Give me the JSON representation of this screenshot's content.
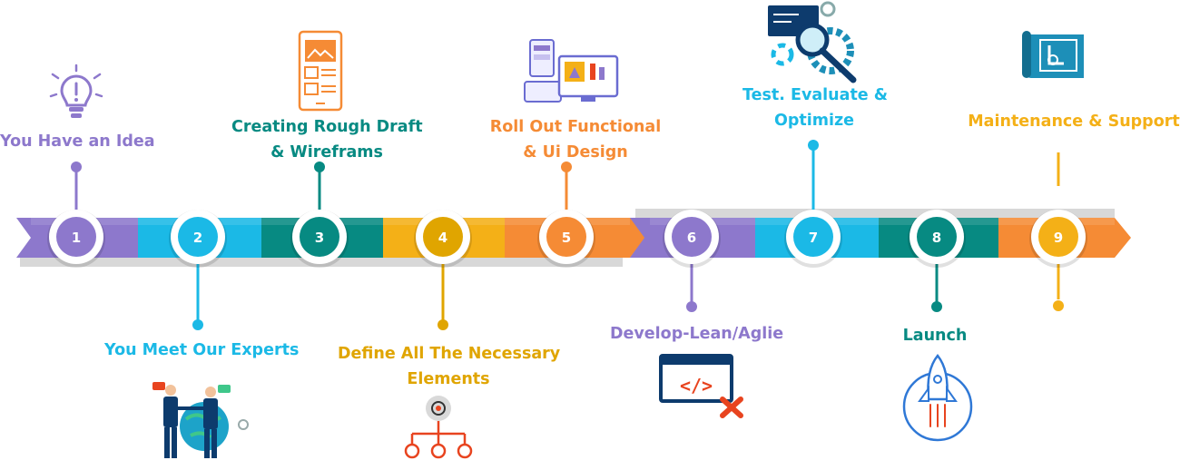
{
  "colors": {
    "purple": "#8d78cc",
    "cyan": "#1bb9e6",
    "teal": "#078a82",
    "gold": "#f4b017",
    "orange": "#f58b35",
    "red": "#e8441f",
    "navy": "#0d3b6d",
    "shadow": "#d8d8d8"
  },
  "steps": [
    {
      "number": "1",
      "label_lines": [
        "You Have an Idea"
      ],
      "color": "#8d78cc",
      "icon": "lightbulb-icon"
    },
    {
      "number": "2",
      "label_lines": [
        "You Meet Our Experts"
      ],
      "color": "#1bb9e6",
      "icon": "business-meeting-icon"
    },
    {
      "number": "3",
      "label_lines": [
        "Creating Rough Draft",
        "& Wireframs"
      ],
      "color": "#078a82",
      "icon": "mobile-wireframe-icon"
    },
    {
      "number": "4",
      "label_lines": [
        "Define All The Necessary",
        "Elements"
      ],
      "color": "#e0a500",
      "icon": "hierarchy-icon"
    },
    {
      "number": "5",
      "label_lines": [
        "Roll Out Functional",
        "& Ui Design"
      ],
      "color": "#f58b35",
      "icon": "ui-design-icon"
    },
    {
      "number": "6",
      "label_lines": [
        "Develop-Lean/Aglie"
      ],
      "color": "#8d78cc",
      "icon": "code-window-icon"
    },
    {
      "number": "7",
      "label_lines": [
        "Test. Evaluate &",
        "Optimize"
      ],
      "color": "#1bb9e6",
      "icon": "magnifier-gear-icon"
    },
    {
      "number": "8",
      "label_lines": [
        "Launch"
      ],
      "color": "#078a82",
      "icon": "rocket-icon"
    },
    {
      "number": "9",
      "label_lines": [
        "Maintenance & Support"
      ],
      "color": "#f4b017",
      "icon": "blueprint-icon"
    }
  ]
}
